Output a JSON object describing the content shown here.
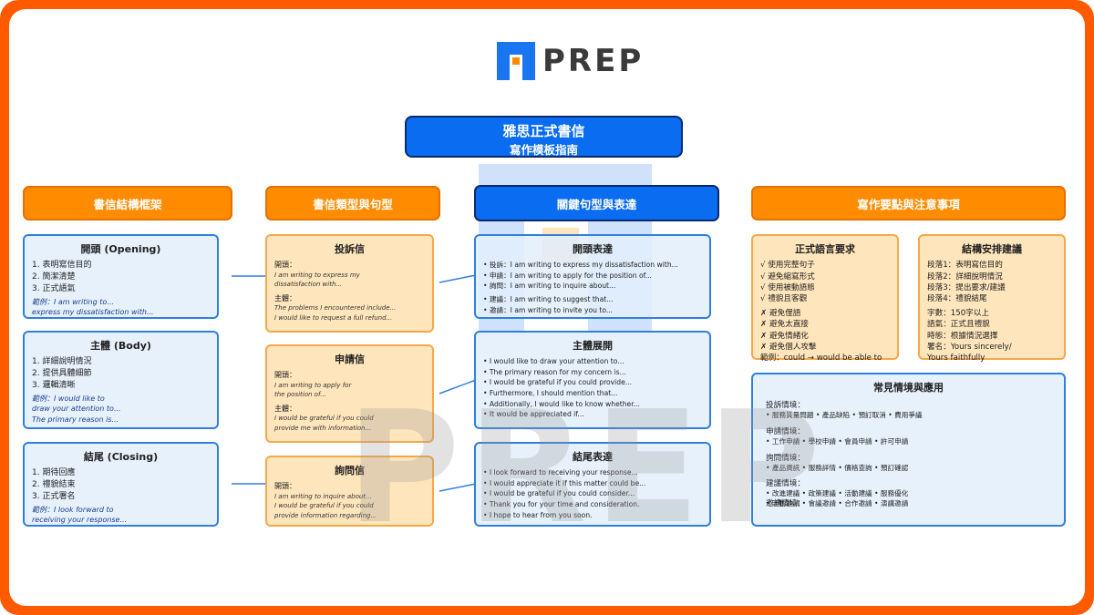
{
  "brand": {
    "name": "PREP",
    "logo_color": "#1976f0",
    "watermark": "PREP"
  },
  "title": {
    "line1": "雅思正式書信",
    "line2": "寫作模板指南"
  },
  "headers": {
    "structure": "書信結構框架",
    "types": "書信類型與句型",
    "key": "關鍵句型與表達",
    "tips": "寫作要點與注意事項"
  },
  "structure": [
    {
      "title": "開頭 (Opening)",
      "items": [
        "1. 表明寫信目的",
        "2. 簡潔清楚",
        "3. 正式語氣"
      ],
      "example": [
        "範例：I am writing to...",
        "express my dissatisfaction with..."
      ]
    },
    {
      "title": "主體 (Body)",
      "items": [
        "1. 詳細說明情況",
        "2. 提供具體細節",
        "3. 邏輯清晰"
      ],
      "example": [
        "範例：I would like to",
        "draw your attention to...",
        "The primary reason is..."
      ]
    },
    {
      "title": "結尾 (Closing)",
      "items": [
        "1. 期待回應",
        "2. 禮貌結束",
        "3. 正式署名"
      ],
      "example": [
        "範例：I look forward to",
        "receiving your response..."
      ]
    }
  ],
  "types": [
    {
      "title": "投訴信",
      "open_label": "開頭：",
      "open": [
        "I am writing to express my",
        "dissatisfaction with..."
      ],
      "body_label": "主體：",
      "body": [
        "The problems I encountered include...",
        "I would like to request a full refund..."
      ]
    },
    {
      "title": "申請信",
      "open_label": "開頭：",
      "open": [
        "I am writing to apply for",
        "the position of..."
      ],
      "body_label": "主體：",
      "body": [
        "I would be grateful if you could",
        "provide me with information..."
      ]
    },
    {
      "title": "詢問信",
      "open_label": "開頭：",
      "open": [
        "I am writing to inquire about..."
      ],
      "body_label": "",
      "body": [
        "I would be grateful if you could",
        "provide information regarding..."
      ]
    }
  ],
  "key": [
    {
      "title": "開頭表達",
      "group1": [
        "• 投訴：I am writing to express my dissatisfaction with...",
        "• 申請：I am writing to apply for the position of...",
        "• 詢問：I am writing to inquire about..."
      ],
      "group2": [
        "• 建議：I am writing to suggest that...",
        "• 邀請：I am writing to invite you to..."
      ]
    },
    {
      "title": "主體展開",
      "group1": [
        "• I would like to draw your attention to...",
        "• The primary reason for my concern is...",
        "• I would be grateful if you could provide...",
        "• Furthermore, I should mention that...",
        "• Additionally, I would like to know whether...",
        "• It would be appreciated if..."
      ],
      "group2": []
    },
    {
      "title": "結尾表達",
      "group1": [
        "• I look forward to receiving your response...",
        "• I would appreciate it if this matter could be...",
        "• I would be grateful if you could consider...",
        "• Thank you for your time and consideration.",
        "• I hope to hear from you soon."
      ],
      "group2": []
    }
  ],
  "formal": {
    "title": "正式語言要求",
    "dos": [
      "√ 使用完整句子",
      "√ 避免縮寫形式",
      "√ 使用被動語態",
      "√ 禮貌且客觀"
    ],
    "donts": [
      "✗ 避免俚語",
      "✗ 避免太直接",
      "✗ 避免情緒化",
      "✗ 避免個人攻擊"
    ],
    "example": "範例：could → would be able to"
  },
  "layout_tips": {
    "title": "結構安排建議",
    "paras": [
      "段落1：表明寫信目的",
      "段落2：詳細說明情況",
      "段落3：提出要求/建議",
      "段落4：禮貌結尾"
    ],
    "meta": [
      "字數：150字以上",
      "語氣：正式且禮貌",
      "時態：根據情況選擇",
      "署名：Yours sincerely/",
      "Yours faithfully"
    ]
  },
  "scenarios": {
    "title": "常見情境與應用",
    "items": [
      {
        "head": "投訴情境：",
        "body": "• 服務質量問題 • 產品缺陷 • 預訂取消 • 費用爭議"
      },
      {
        "head": "申請情境：",
        "body": "• 工作申請 • 學校申請 • 會員申請 • 許可申請"
      },
      {
        "head": "詢問情境：",
        "body": "• 產品資訊 • 服務詳情 • 價格查詢 • 預訂確認"
      },
      {
        "head": "建議情境：",
        "body": "• 改進建議 • 政策建議 • 活動建議 • 服務優化"
      },
      {
        "head": "邀請情境：",
        "body": "• 活動邀請 • 會議邀請 • 合作邀請 • 演講邀請"
      }
    ]
  }
}
